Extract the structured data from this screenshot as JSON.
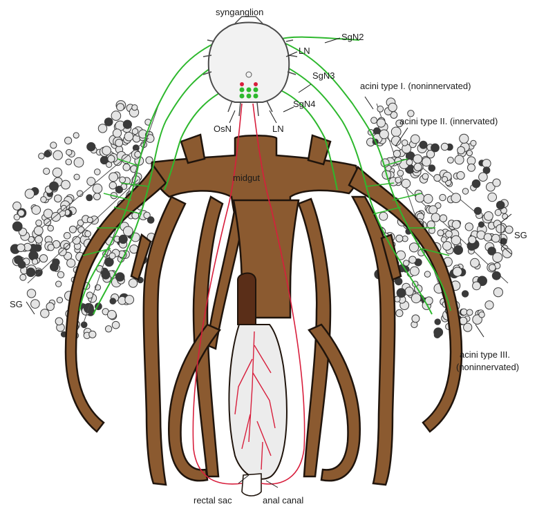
{
  "labels": {
    "synganglion": "synganglion",
    "sgn2": "SgN2",
    "ln_top": "LN",
    "sgn3": "SgN3",
    "sgn4": "SgN4",
    "osn": "OsN",
    "ln_bottom": "LN",
    "acini1": "acini type I. (noninnervated)",
    "acini2": "acini type II. (innervated)",
    "midgut": "midgut",
    "sg_right": "SG",
    "sg_left": "SG",
    "acini3_line1": "acini type III.",
    "acini3_line2": "(noninnervated)",
    "rectal_sac": "rectal sac",
    "anal_canal": "anal canal"
  },
  "colors": {
    "gut": "#8b5a30",
    "gut_dark": "#5a2e18",
    "gut_outline": "#1f140c",
    "nerve": "#2db82d",
    "vessel": "#d81e3c",
    "acini_fill": "#e4e4e4",
    "acini_stroke": "#3a3a3a",
    "ganglion_fill": "#f2f2f2",
    "rectal_fill": "#ececec"
  }
}
